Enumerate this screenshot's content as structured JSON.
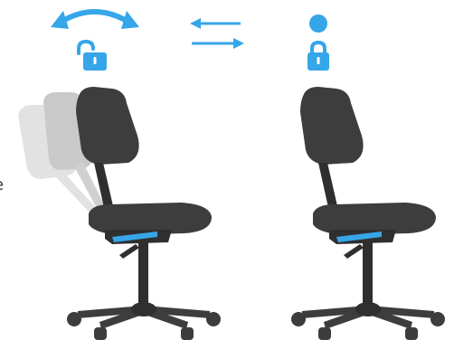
{
  "edge_text": "e",
  "colors": {
    "accent": "#35a6e8",
    "chair_body": "#3d3d3d",
    "chair_dark": "#2f2f2f",
    "ghost_light": "#dcdcdc",
    "ghost_mid": "#c4c4c4",
    "ghost_dark": "#a8a8a8",
    "background": "#ffffff"
  },
  "panels": [
    {
      "name": "left",
      "lock_state": "unlocked",
      "indicator_icon": "double-arrow-swing-icon",
      "backrest": "tilting"
    },
    {
      "name": "right",
      "lock_state": "locked",
      "indicator_icon": "dot-icon",
      "backrest": "fixed"
    }
  ],
  "center_icon": "exchange-arrows-icon"
}
